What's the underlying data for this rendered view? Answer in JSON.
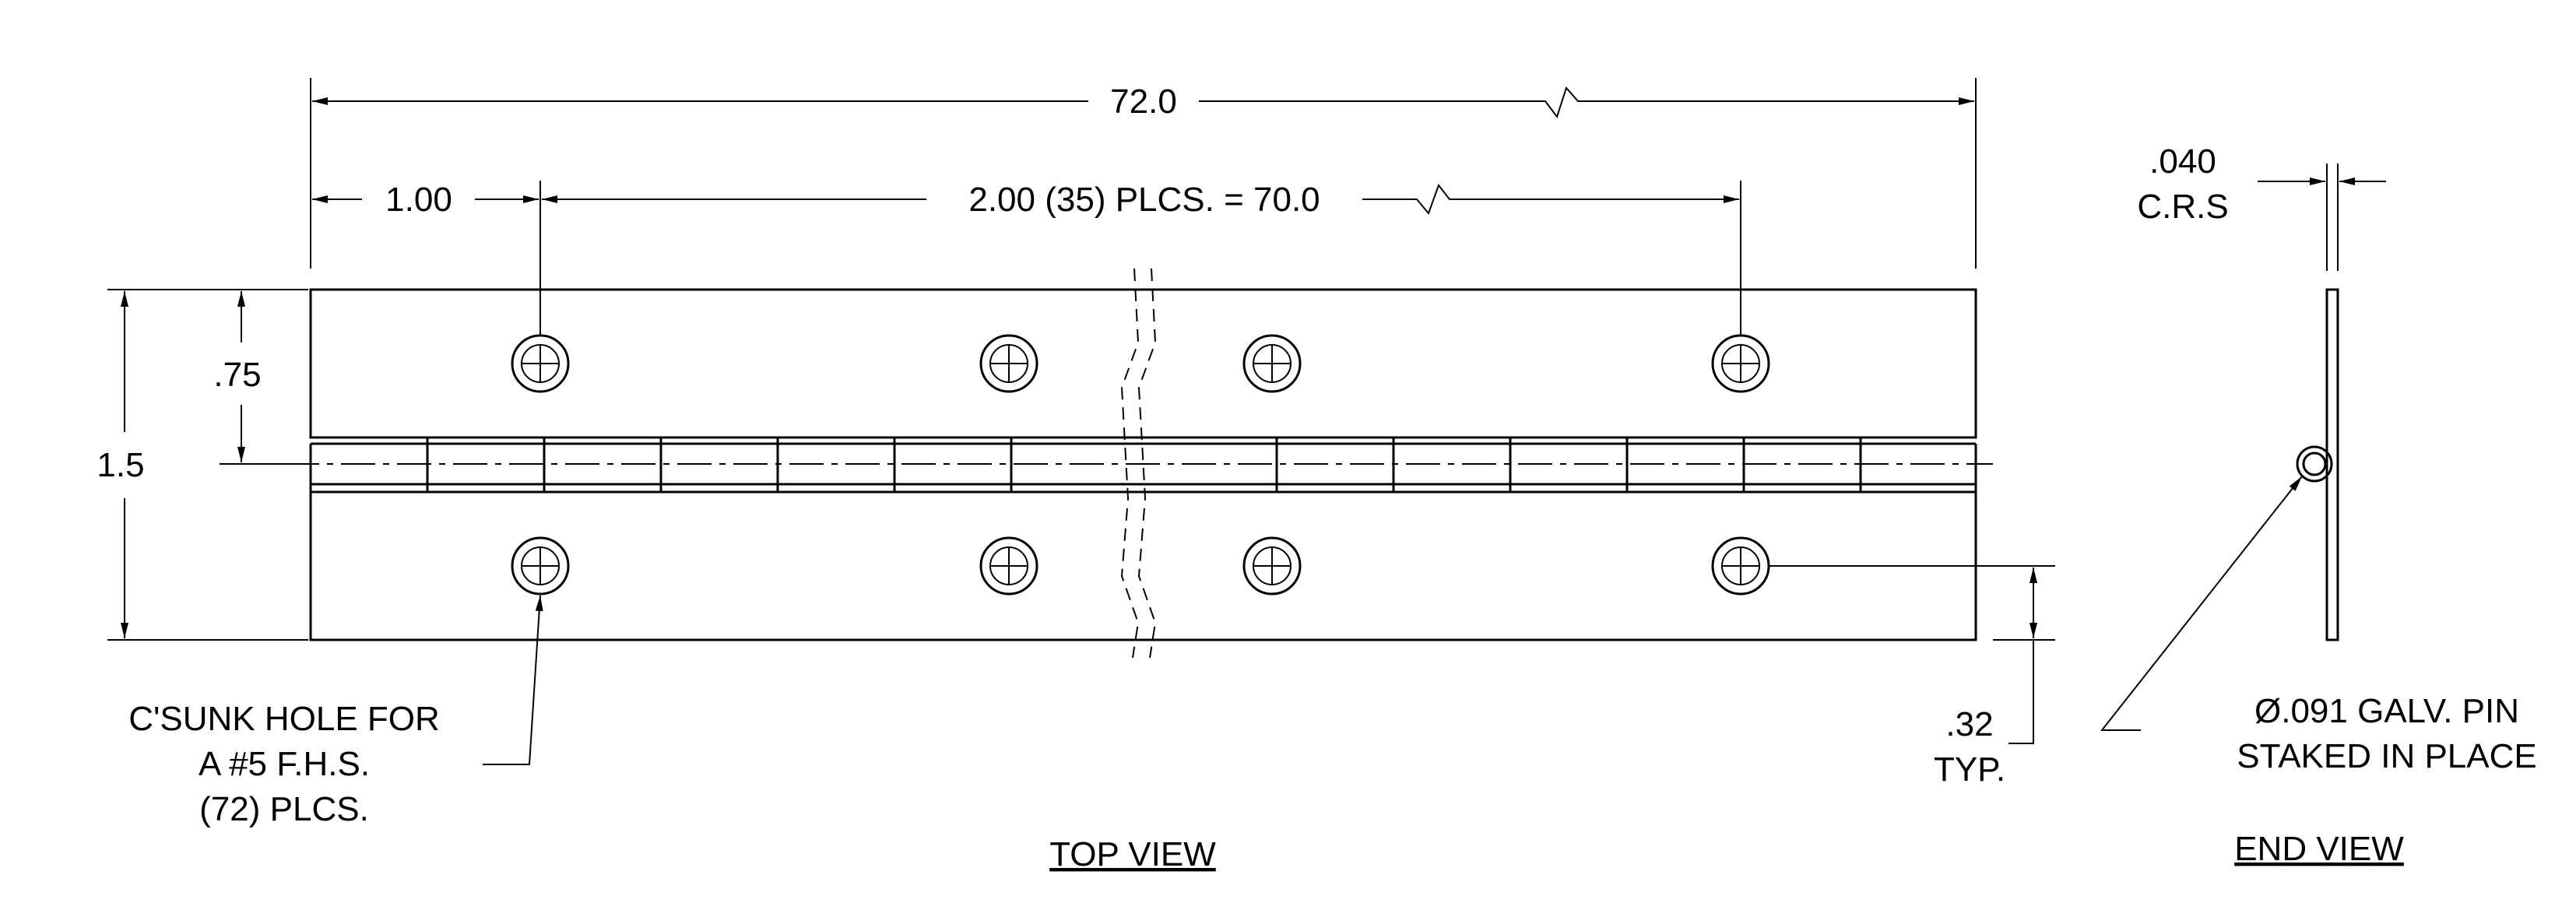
{
  "dimensions": {
    "overall_length": "72.0",
    "end_offset": "1.00",
    "hole_pitch": "2.00 (35) PLCS. = 70.0",
    "leaf_to_pin": ".75",
    "total_width": "1.5",
    "hole_edge": ".32",
    "hole_edge_note": "TYP.",
    "thickness": ".040",
    "material": "C.R.S"
  },
  "notes": {
    "hole_line1": "C'SUNK HOLE FOR",
    "hole_line2": "A #5 F.H.S.",
    "hole_line3": "(72) PLCS.",
    "pin_line1": "Ø.091 GALV. PIN",
    "pin_line2": "STAKED IN PLACE"
  },
  "views": {
    "top": "TOP VIEW",
    "end": "END VIEW"
  }
}
